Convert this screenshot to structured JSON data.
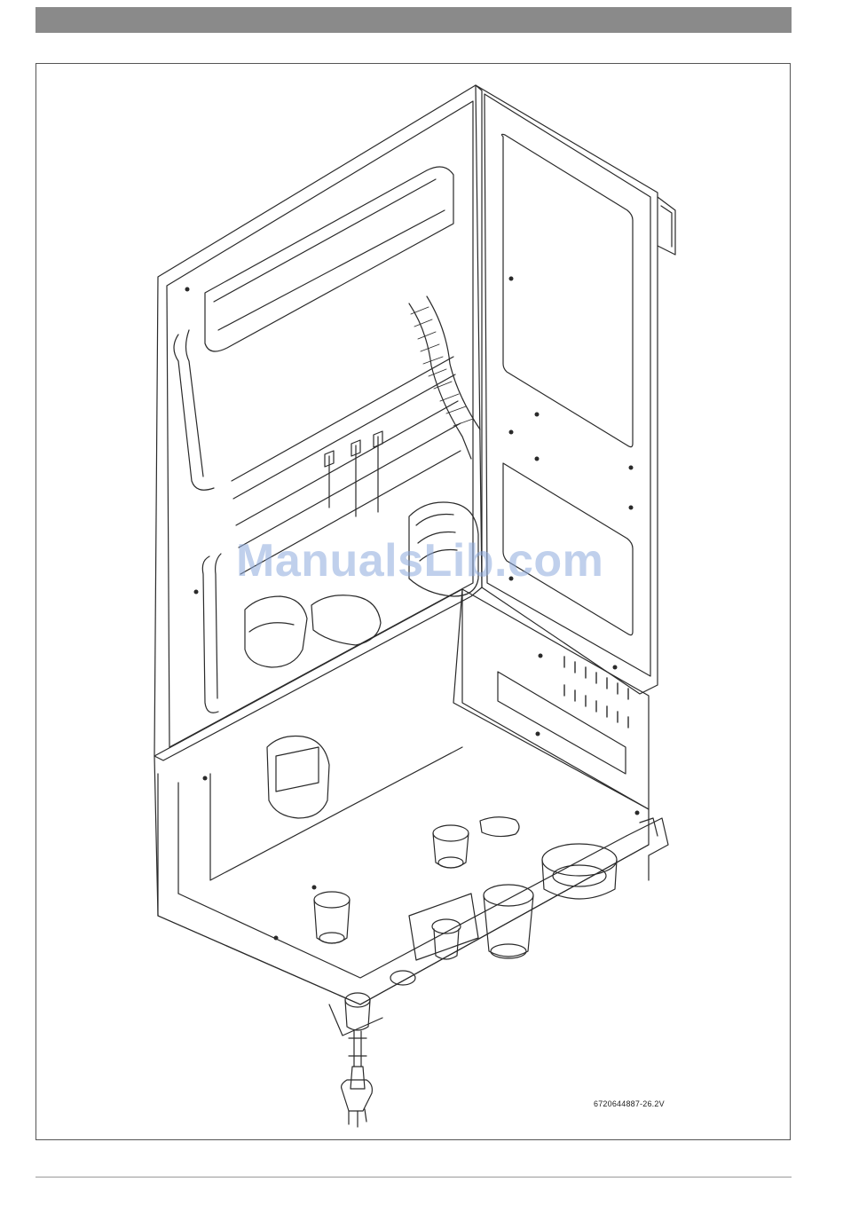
{
  "header": {
    "bar_color": "#8a8a8a"
  },
  "figure": {
    "code": "6720644887-26.2V",
    "watermark": "ManualsLib.com",
    "drawing_icon": "boiler-exploded-view-illustration"
  },
  "footer": {
    "rule_color": "#9a9a9a"
  }
}
